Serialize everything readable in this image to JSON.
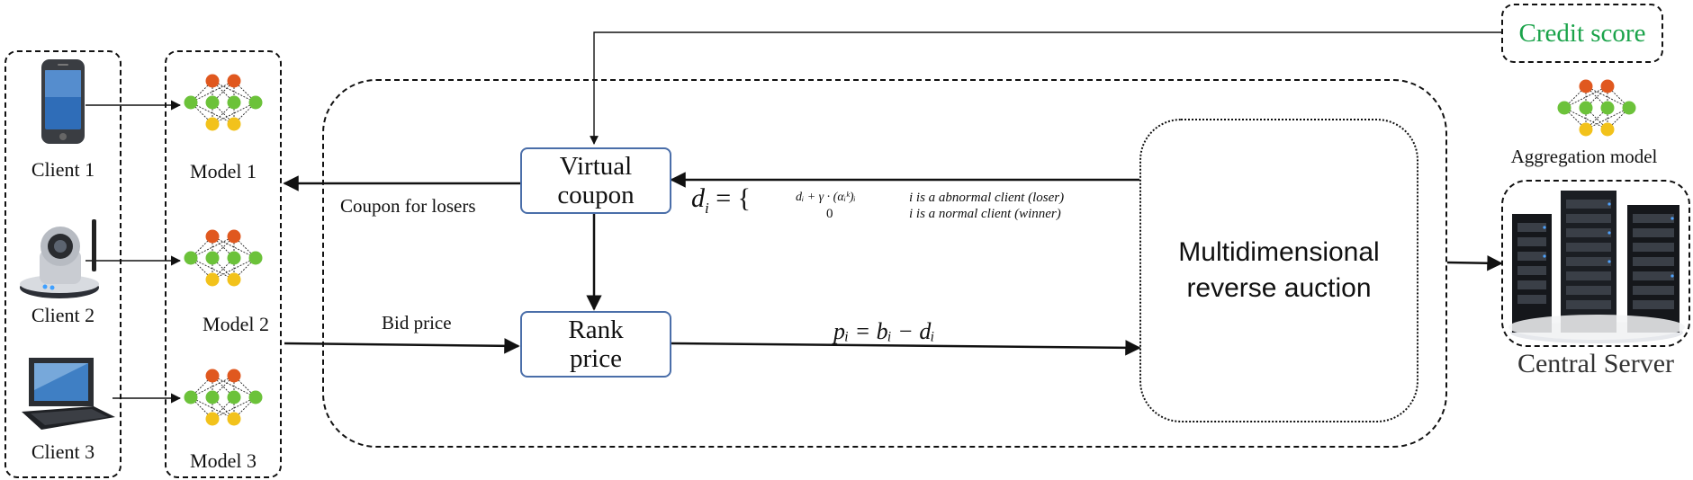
{
  "clients": [
    {
      "label": "Client 1",
      "device": "smartphone-icon"
    },
    {
      "label": "Client 2",
      "device": "webcam-icon"
    },
    {
      "label": "Client 3",
      "device": "laptop-icon"
    }
  ],
  "models": [
    {
      "label": "Model 1"
    },
    {
      "label": "Model 2"
    },
    {
      "label": "Model 3"
    }
  ],
  "edges": {
    "coupon_for_losers": "Coupon for losers",
    "bid_price": "Bid price"
  },
  "nodes": {
    "virtual_coupon": [
      "Virtual",
      "coupon"
    ],
    "rank_price": [
      "Rank",
      "price"
    ],
    "auction": [
      "Multidimensional",
      "reverse auction"
    ],
    "credit_score": "Credit score",
    "aggregation_model": "Aggregation model",
    "central_server": "Central Server"
  },
  "formulas": {
    "d_lhs": "d",
    "d_sub": "i",
    "d_eq": " = {",
    "d_case1_expr": "dᵢ + γ · (αᵢᵏ)ᵢ",
    "d_case2_expr": "0",
    "d_case1_cond": "i is a abnormal client (loser)",
    "d_case2_cond": "i is a normal client (winner)",
    "p_formula": "pᵢ = bᵢ − dᵢ"
  },
  "colors": {
    "credit_text": "#1aa34a",
    "node_border": "#4a6ea9",
    "nn_top": "#e0581f",
    "nn_mid": "#6cc23a",
    "nn_bot": "#f2c21b"
  }
}
